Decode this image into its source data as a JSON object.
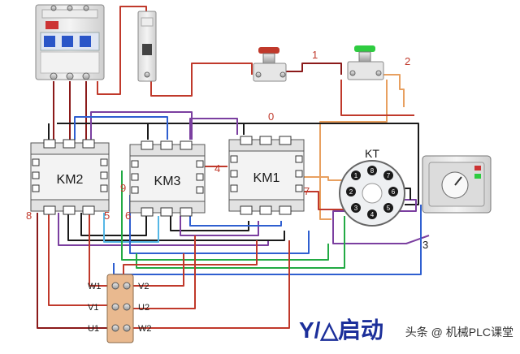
{
  "contactors": {
    "km2": {
      "label": "KM2"
    },
    "km3": {
      "label": "KM3"
    },
    "km1": {
      "label": "KM1"
    }
  },
  "timer": {
    "label": "KT",
    "pins": [
      "1",
      "2",
      "3",
      "4",
      "5",
      "6",
      "7",
      "8"
    ]
  },
  "wire_numbers": {
    "n1": "1",
    "n2": "2",
    "n0": "0",
    "n3": "3",
    "n4": "4",
    "n5": "5",
    "n6": "6",
    "n7": "7",
    "n8": "8",
    "n9": "9"
  },
  "motor_terminals": {
    "w1": "W1",
    "v2": "V2",
    "v1": "V1",
    "u2": "U2",
    "u1": "U1",
    "w2": "W2"
  },
  "title": "Y/△启动",
  "watermark": "头条 @ 机械PLC课堂",
  "colors": {
    "red_wire": "#c0392b",
    "dark_red_wire": "#8b1a1a",
    "black_wire": "#1a1a1a",
    "purple_wire": "#7b3fa0",
    "blue_wire": "#2f5fd0",
    "green_wire": "#22aa44",
    "light_blue_wire": "#55b7e6",
    "orange_wire": "#e8a060",
    "title_blue": "#1c2f9a"
  }
}
